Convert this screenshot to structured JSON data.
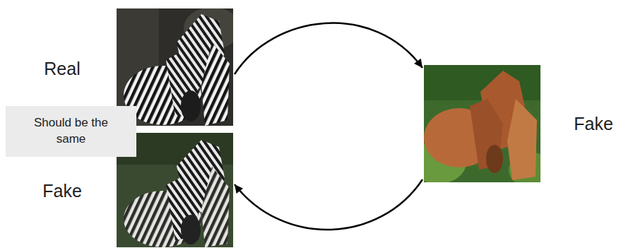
{
  "diagram": {
    "nodes": [
      {
        "text": [
          "Real"
        ]
      },
      {
        "text": [
          "Fake"
        ]
      },
      {
        "text": [
          "Fake"
        ]
      },
      {
        "text": [
          "Should be the same"
        ]
      }
    ],
    "edges": [
      {
        "from": 0,
        "to": 1,
        "arrow": "to"
      },
      {
        "from": 1,
        "to": 2,
        "arrow": "to"
      }
    ]
  }
}
